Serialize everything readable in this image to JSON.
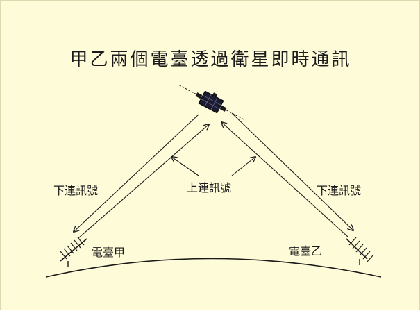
{
  "title": "甲乙兩個電臺透過衛星即時通訊",
  "labels": {
    "uplink": "上連訊號",
    "downlink_left": "下連訊號",
    "downlink_right": "下連訊號",
    "station_a": "電臺甲",
    "station_b": "電臺乙"
  },
  "icons": {
    "satellite": "satellite-icon",
    "antenna_a": "antenna-icon",
    "antenna_b": "antenna-icon"
  },
  "colors": {
    "background": "#fefbd8",
    "ink": "#1a1a1a"
  }
}
